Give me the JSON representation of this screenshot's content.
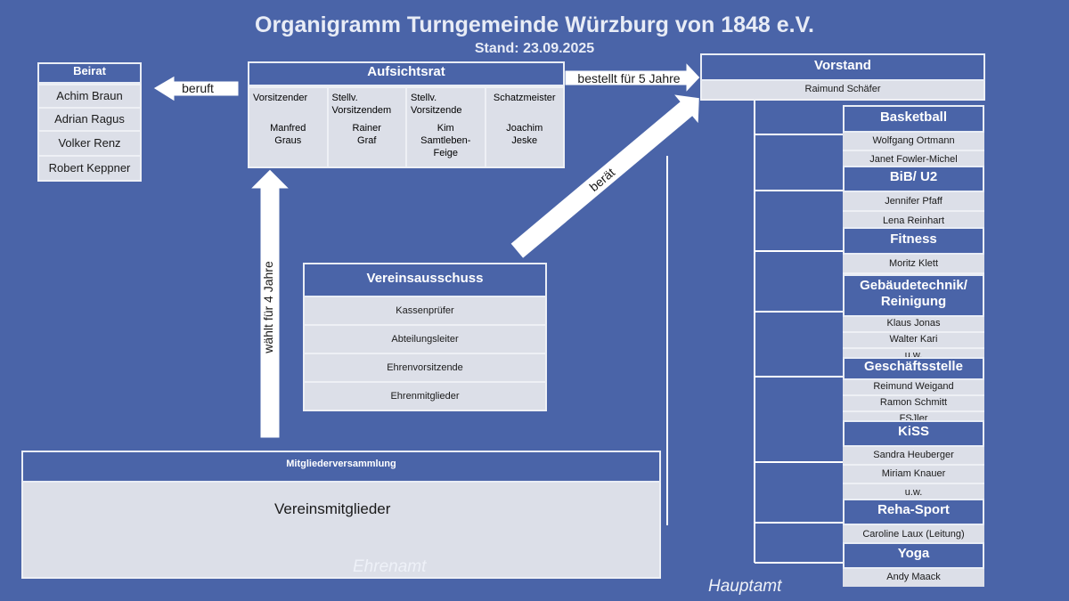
{
  "title": "Organigramm Turngemeinde Würzburg von 1848 e.V.",
  "subtitle": "Stand: 23.09.2025",
  "beirat": {
    "header": "Beirat",
    "members": [
      "Achim Braun",
      "Adrian Ragus",
      "Volker Renz",
      "Robert Keppner"
    ]
  },
  "aufsichtsrat": {
    "header": "Aufsichtsrat",
    "columns": [
      {
        "role": "Vorsitzender",
        "name": "Manfred Graus"
      },
      {
        "role": "Stellv. Vorsitzendem",
        "name": "Rainer Graf"
      },
      {
        "role": "Stellv. Vorsitzende",
        "name": "Kim Samtleben-Feige"
      },
      {
        "role": "Schatzmeister",
        "name": "Joachim Jeske"
      }
    ]
  },
  "vorstand": {
    "header": "Vorstand",
    "name": "Raimund Schäfer"
  },
  "arrows": {
    "beruft": "beruft",
    "bestellt": "bestellt für 5 Jahre",
    "beraet": "berät",
    "waehlt": "wählt für 4  Jahre"
  },
  "vereinsausschuss": {
    "header": "Vereinsausschuss",
    "items": [
      "Kassenprüfer",
      "Abteilungsleiter",
      "Ehrenvorsitzende",
      "Ehrenmitglieder"
    ]
  },
  "mitglieder": {
    "header": "Mitgliederversammlung",
    "body": "Vereinsmitglieder"
  },
  "labels": {
    "ehrenamt": "Ehrenamt",
    "hauptamt": "Hauptamt"
  },
  "departments": [
    {
      "name": "Basketball",
      "members": [
        "Wolfgang Ortmann",
        "Janet Fowler-Michel"
      ]
    },
    {
      "name": "BiB/ U2",
      "members": [
        "Jennifer Pfaff",
        "Lena Reinhart"
      ]
    },
    {
      "name": "Fitness",
      "members": [
        "Moritz Klett"
      ]
    },
    {
      "name": "Gebäudetechnik/ Reinigung",
      "members": [
        "Klaus Jonas",
        "Walter Kari",
        "u.w."
      ]
    },
    {
      "name": "Geschäftsstelle",
      "members": [
        "Reimund Weigand",
        "Ramon Schmitt",
        "FSJler"
      ]
    },
    {
      "name": "KiSS",
      "members": [
        "Sandra Heuberger",
        "Miriam Knauer",
        "u.w."
      ]
    },
    {
      "name": "Reha-Sport",
      "members": [
        "Caroline Laux (Leitung)"
      ]
    },
    {
      "name": "Yoga",
      "members": [
        "Andy Maack"
      ]
    }
  ],
  "colors": {
    "background": "#4a64a8",
    "box_fill": "#dcdfe8",
    "border": "#eef0f5"
  }
}
